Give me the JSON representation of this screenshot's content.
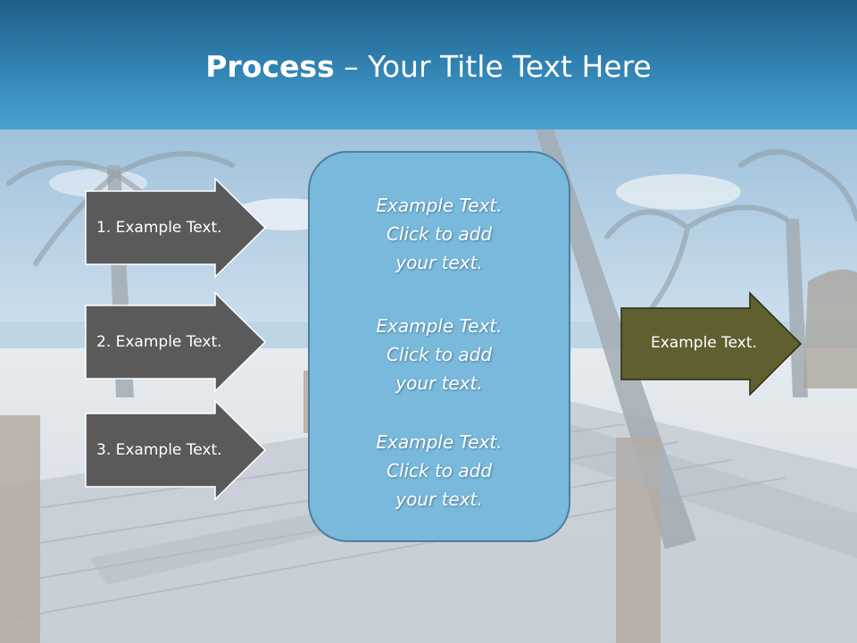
{
  "title": {
    "bold": "Process",
    "rest": " – Your Title Text Here"
  },
  "steps": [
    {
      "label": "1. Example Text."
    },
    {
      "label": "2. Example Text."
    },
    {
      "label": "3. Example Text."
    }
  ],
  "center_items": [
    {
      "text": "Example Text.\nClick  to add\nyour text."
    },
    {
      "text": "Example Text.\nClick  to add\nyour text."
    },
    {
      "text": "Example Text.\nClick  to add\nyour text."
    }
  ],
  "result": {
    "label": "Example Text."
  },
  "colors": {
    "header": "#2e7eae",
    "step_arrow": "#5a5a5a",
    "center_box": "#78b9dc",
    "result_arrow": "#5f5f30"
  }
}
